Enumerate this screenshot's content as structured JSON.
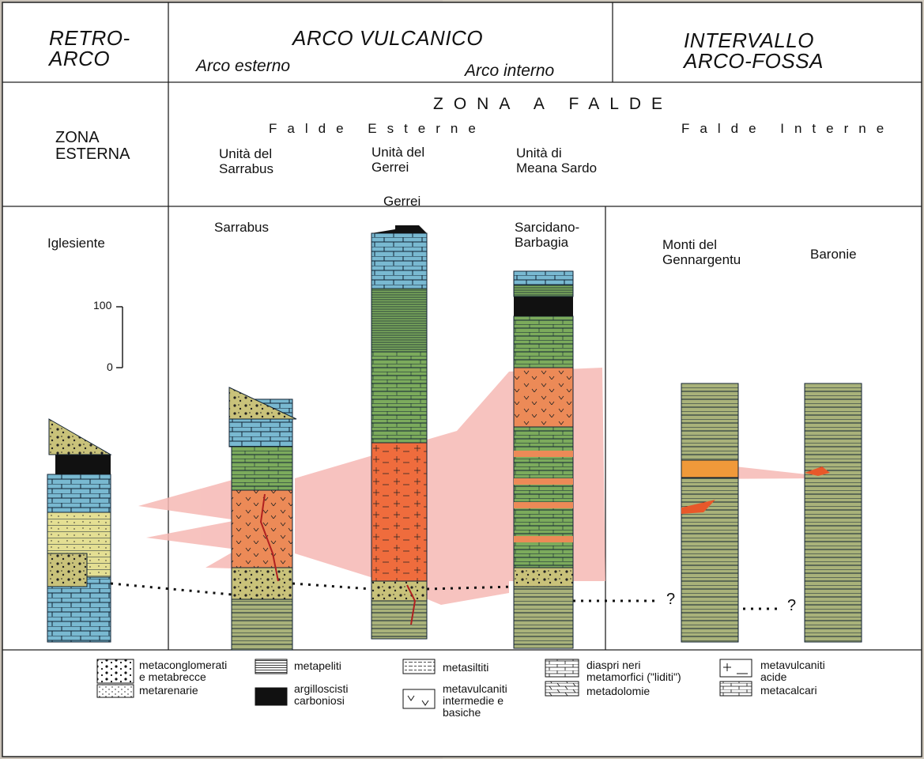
{
  "header": {
    "retroarco": [
      "RETRO-",
      "ARCO"
    ],
    "arco_vulcanico": "ARCO VULCANICO",
    "arco_esterno": "Arco esterno",
    "arco_interno": "Arco interno",
    "intervallo": [
      "INTERVALLO",
      "ARCO-FOSSA"
    ]
  },
  "zones": {
    "zona_a_falde": "ZONA A FALDE",
    "falde_esterne": "Falde Esterne",
    "falde_interne": "Falde Interne",
    "zona_esterna": [
      "ZONA",
      "ESTERNA"
    ],
    "unita_sarrabus": [
      "Unità del",
      "Sarrabus"
    ],
    "unita_gerrei": [
      "Unità del",
      "Gerrei"
    ],
    "unita_meana": [
      "Unità di",
      "Meana Sardo"
    ]
  },
  "columns": {
    "iglesiente": "Iglesiente",
    "sarrabus": "Sarrabus",
    "gerrei": "Gerrei",
    "sarcidano": [
      "Sarcidano-",
      "Barbagia"
    ],
    "gennargentu": [
      "Monti del",
      "Gennargentu"
    ],
    "baronie": "Baronie"
  },
  "scale": {
    "top": "100",
    "bottom": "0"
  },
  "question_marks": [
    "?",
    "?"
  ],
  "legend": [
    {
      "key": "conglomerati",
      "lines": [
        "metaconglomerati",
        "e metabrecce"
      ]
    },
    {
      "key": "arenarie",
      "lines": [
        "metarenarie"
      ]
    },
    {
      "key": "peliti",
      "lines": [
        "metapeliti"
      ]
    },
    {
      "key": "argilloscisti",
      "lines": [
        "argilloscisti",
        "carboniosi"
      ]
    },
    {
      "key": "siltiti",
      "lines": [
        "metasiltiti"
      ]
    },
    {
      "key": "vulc_int",
      "lines": [
        "metavulcaniti",
        "intermedie e",
        "basiche"
      ]
    },
    {
      "key": "diaspri",
      "lines": [
        "diaspri neri",
        "metamorfici (\"liditi\")"
      ]
    },
    {
      "key": "dolomie",
      "lines": [
        "metadolomie"
      ]
    },
    {
      "key": "vulc_acide",
      "lines": [
        "metavulcaniti",
        "acide"
      ]
    },
    {
      "key": "calcari",
      "lines": [
        "metacalcari"
      ]
    }
  ],
  "colors": {
    "green": "#7cab5c",
    "olive": "#a9b27a",
    "blue": "#79b9d1",
    "orange": "#ec8a57",
    "pink": "#f6b8b4",
    "yellow": "#e4df93",
    "khaki": "#c9c27a",
    "black": "#111111"
  }
}
